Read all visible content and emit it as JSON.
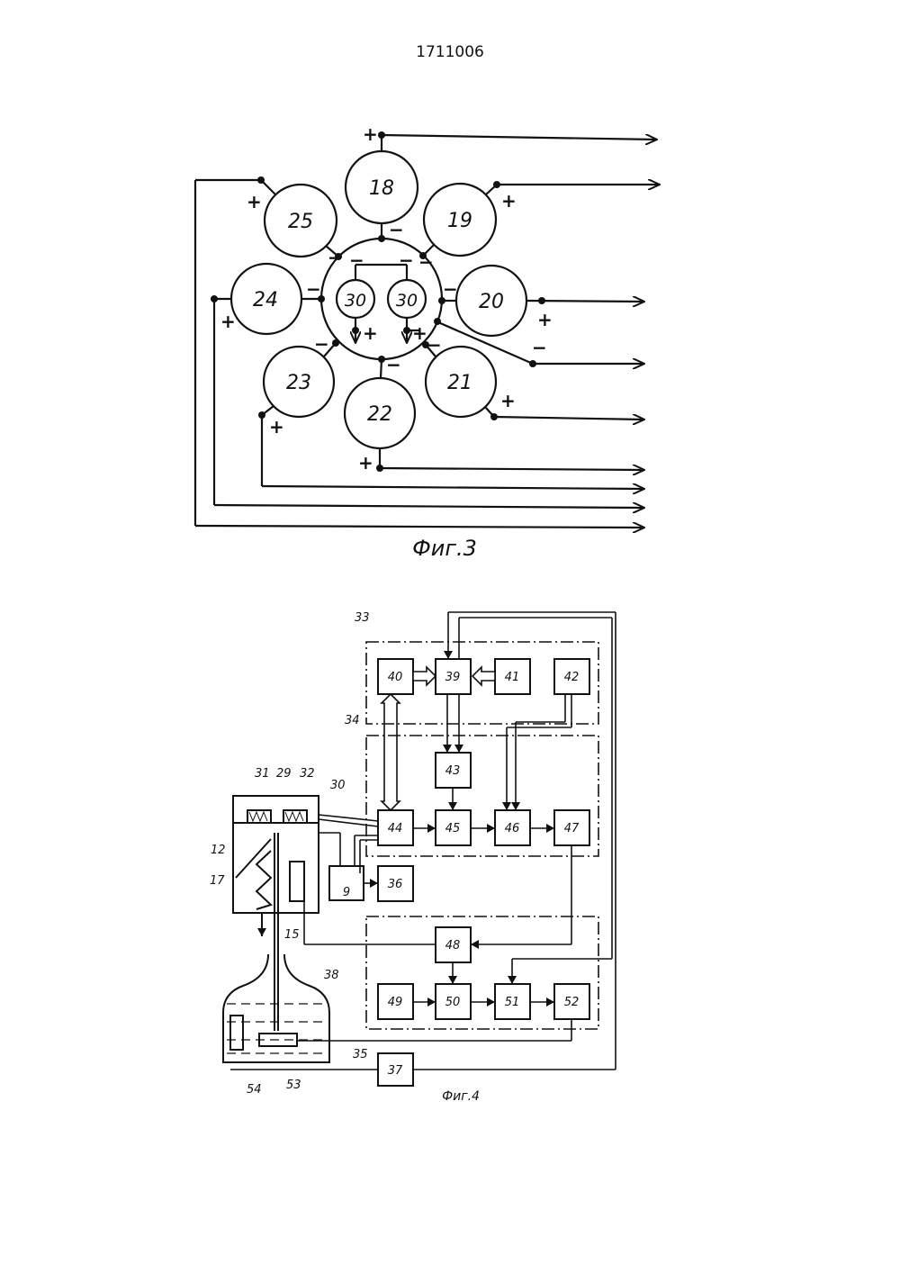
{
  "patent_number": "1711006",
  "figure3": {
    "caption": "Фиг.3",
    "outer_cells": [
      "18",
      "19",
      "20",
      "21",
      "22",
      "23",
      "24",
      "25"
    ],
    "inner_cells": [
      "30",
      "30"
    ],
    "plus": "+",
    "minus": "−"
  },
  "figure4": {
    "caption": "Фиг.4",
    "blocks": {
      "b40": "40",
      "b39": "39",
      "b41": "41",
      "b42": "42",
      "b43": "43",
      "b44": "44",
      "b45": "45",
      "b46": "46",
      "b47": "47",
      "b9": "9",
      "b36": "36",
      "b48": "48",
      "b49": "49",
      "b50": "50",
      "b51": "51",
      "b52": "52",
      "b37": "37"
    },
    "labels": {
      "l33": "33",
      "l34": "34",
      "l35": "35",
      "l31": "31",
      "l29": "29",
      "l32": "32",
      "l30": "30",
      "l12": "12",
      "l17": "17",
      "l15": "15",
      "l38": "38",
      "l54": "54",
      "l53": "53"
    }
  }
}
